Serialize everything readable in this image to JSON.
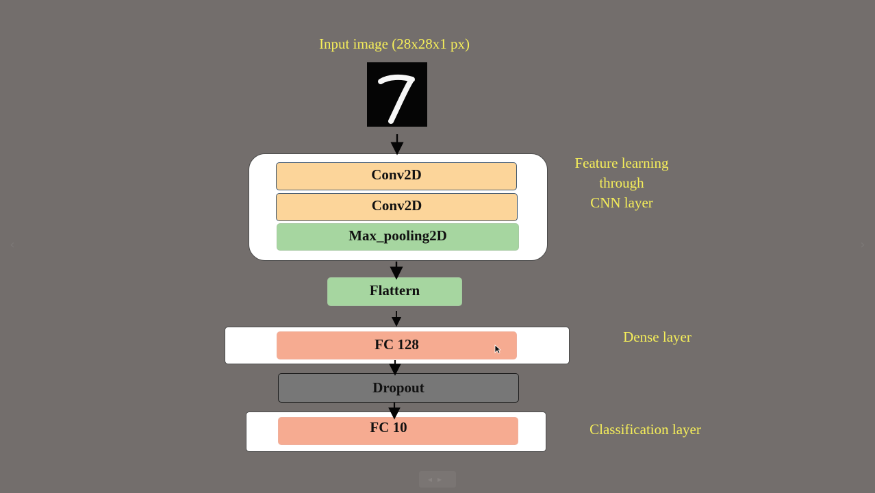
{
  "diagram": {
    "input_title": "Input image (28x28x1  px)",
    "input_digit": "7",
    "layers": {
      "conv1": "Conv2D",
      "conv2": "Conv2D",
      "max_pooling": "Max_pooling2D",
      "flatten": "Flattern",
      "fc128": "FC 128",
      "dropout": "Dropout",
      "fc10": "FC 10"
    },
    "labels": {
      "feature_learning": [
        "Feature learning",
        "through",
        "CNN layer"
      ],
      "dense_layer": "Dense layer",
      "classification_layer": "Classification layer"
    },
    "colors": {
      "background": "#736e6c",
      "label_text": "#f6ef5a",
      "conv_fill": "#fcd59a",
      "pool_flatten_fill": "#a6d6a0",
      "fc_fill": "#f6ab91",
      "dropout_fill": "#777777",
      "panel_fill": "#ffffff",
      "digit_background": "#050505"
    },
    "icons": {
      "arrow": "arrow-down-icon",
      "digit_image": "handwritten-digit-image",
      "cursor": "mouse-pointer-icon",
      "side_prev": "chevron-left-icon",
      "side_next": "chevron-right-icon",
      "bottom_controls": "playback-controls-icon"
    }
  }
}
